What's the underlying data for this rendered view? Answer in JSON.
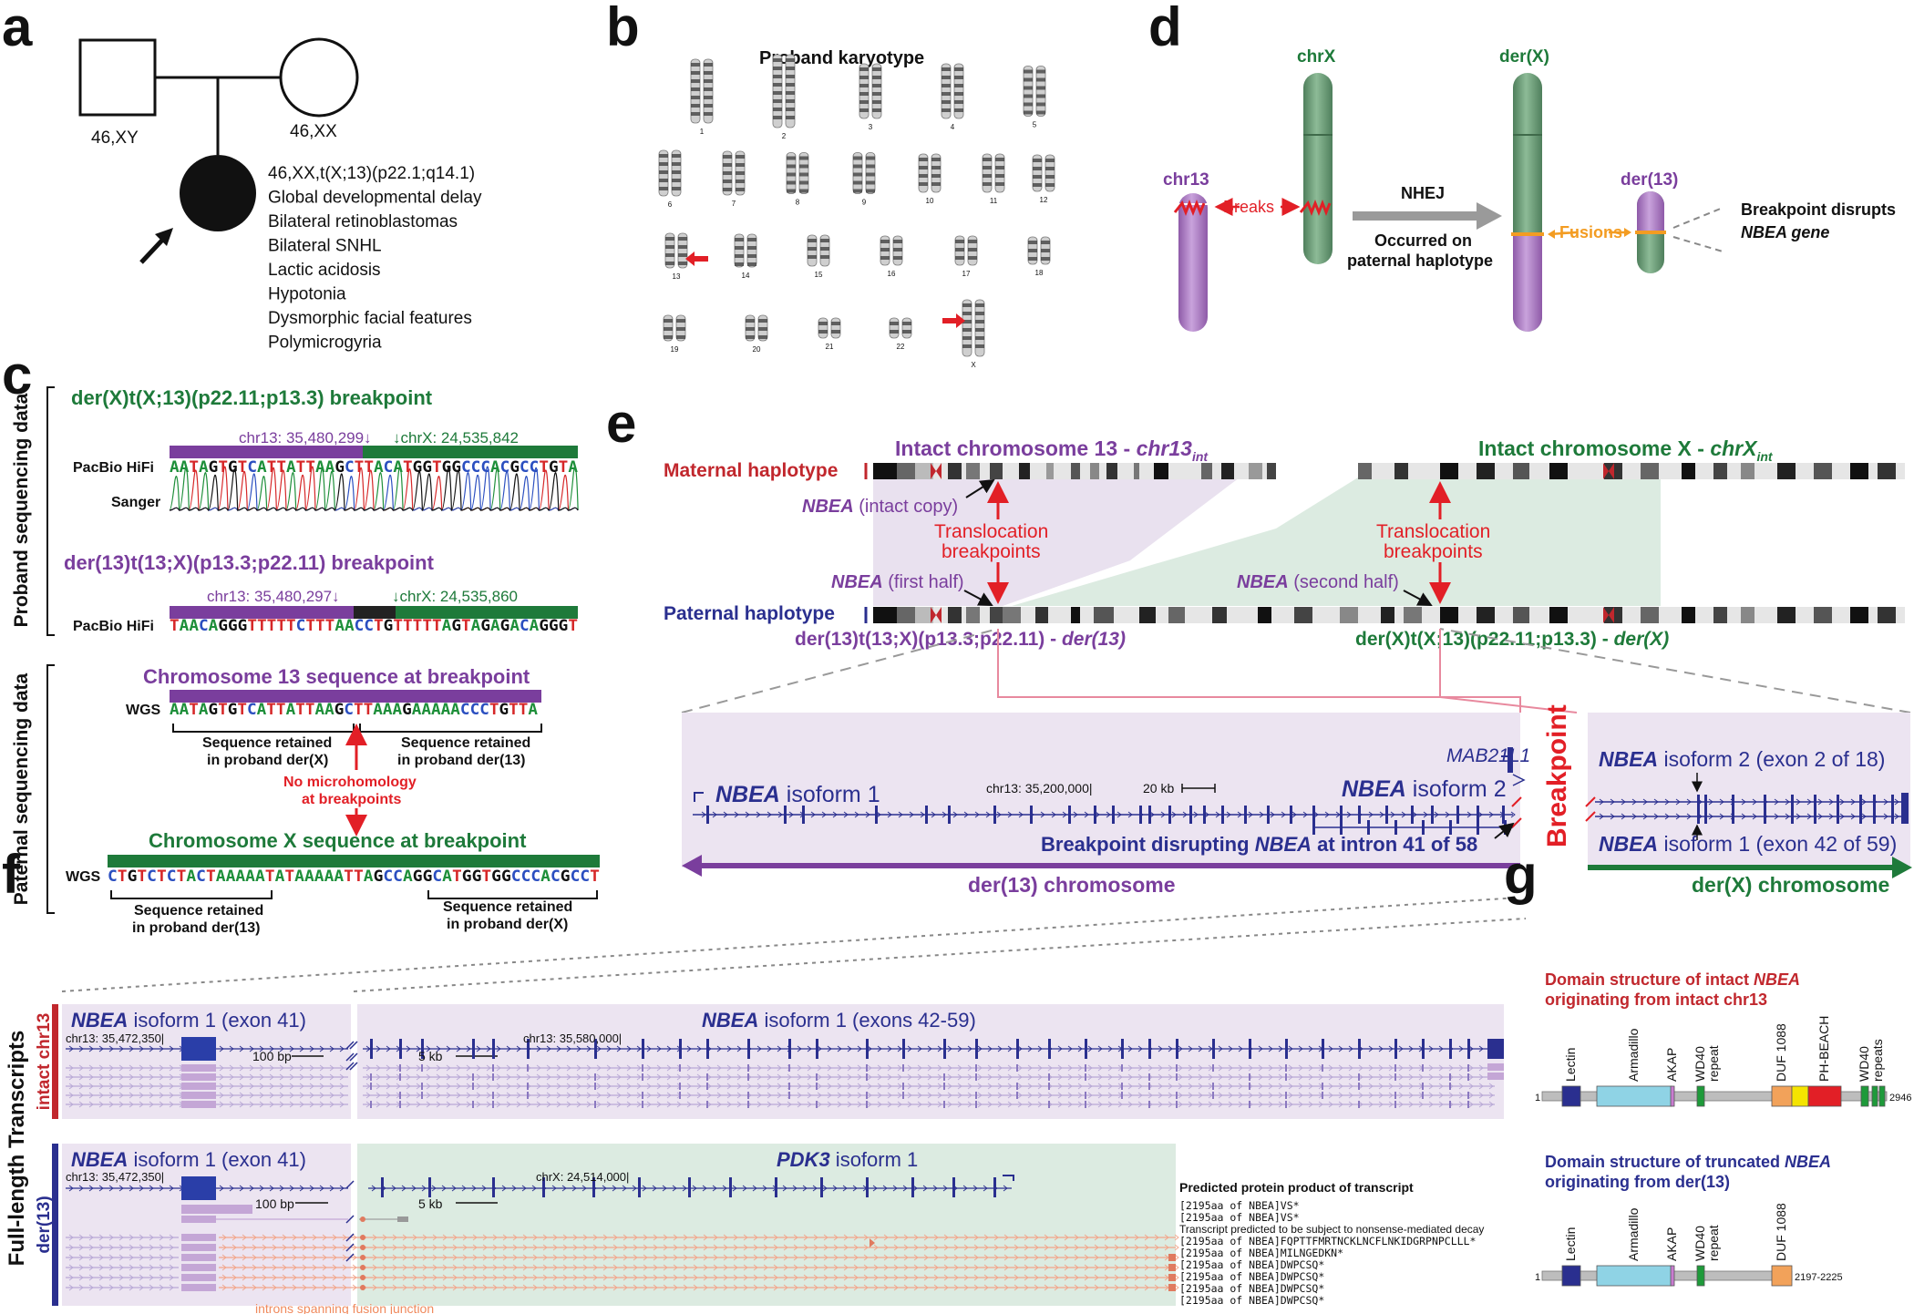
{
  "colors": {
    "purple": "#7a3e9d",
    "green": "#1e7a3a",
    "red": "#e21f26",
    "navy": "#2a2f8f",
    "orange": "#f39c22",
    "chr13": "#b68fc9",
    "chrX": "#6f9e7a"
  },
  "panels": {
    "a": "a",
    "b": "b",
    "c": "c",
    "d": "d",
    "e": "e",
    "f": "f",
    "g": "g"
  },
  "a": {
    "father": "46,XY",
    "mother": "46,XX",
    "proband_lines": [
      "46,XX,t(X;13)(p22.1;q14.1)",
      "Global developmental delay",
      "Bilateral retinoblastomas",
      "Bilateral SNHL",
      "Lactic acidosis",
      "Hypotonia",
      "Dysmorphic facial features",
      "Polymicrogyria"
    ]
  },
  "b": {
    "title": "Proband karyotype",
    "row1": [
      "1",
      "2",
      "3",
      "4",
      "5"
    ],
    "row2": [
      "6",
      "7",
      "8",
      "9",
      "10",
      "11",
      "12"
    ],
    "row3": [
      "13",
      "14",
      "15",
      "16",
      "17",
      "18"
    ],
    "row4": [
      "19",
      "20",
      "21",
      "22",
      "X"
    ]
  },
  "c": {
    "proband_label": "Proband sequencing data",
    "paternal_label": "Paternal sequencing data",
    "derx_title": "der(X)t(X;13)(p22.11;p13.3) breakpoint",
    "derx_left": "chr13: 35,480,299↓",
    "derx_right": "↓chrX: 24,535,842",
    "hifi": "PacBio HiFi",
    "sanger": "Sanger",
    "derx_seq": "AATAGTGTCATTATTAAGCTTACATGGTGGCCCACGCCTGTA",
    "der13_title": "der(13)t(13;X)(p13.3;p22.11) breakpoint",
    "der13_left": "chr13: 35,480,297↓",
    "der13_right": "↓chrX: 24,535,860",
    "der13_seq": "TAACAGGGTTTTTCTTTAACCTGTTTTTAGTAGAGACAGGGT",
    "chr13_title": "Chromosome 13 sequence at breakpoint",
    "wgs": "WGS",
    "chr13_seq": "AATAGTGTCATTATTAAGCTTAAAGAAAAACCCTGTTA",
    "ret_derx_1": "Sequence retained",
    "ret_derx_2": "in proband der(X)",
    "ret_der13_1": "Sequence retained",
    "ret_der13_2": "in proband der(13)",
    "no_micro_1": "No microhomology",
    "no_micro_2": "at breakpoints",
    "chrx_title": "Chromosome X sequence at breakpoint",
    "chrx_seq": "CTGTCTCTACTAAAAATATAAAAATTAGCCAGGCATGGTGGCCCACGCCT",
    "ret_der13b_1": "Sequence retained",
    "ret_der13b_2": "in proband der(13)",
    "ret_derxb_1": "Sequence retained",
    "ret_derxb_2": "in proband der(X)"
  },
  "d": {
    "chr13": "chr13",
    "chrX": "chrX",
    "derX": "der(X)",
    "der13": "der(13)",
    "breaks": "Breaks",
    "nhej": "NHEJ",
    "occurred_1": "Occurred on",
    "occurred_2": "paternal haplotype",
    "fusions": "Fusions",
    "disrupts_1": "Breakpoint disrupts",
    "disrupts_2": "NBEA gene"
  },
  "e": {
    "chr13_title": "Intact chromosome 13 - ",
    "chr13_title_i": "chr13",
    "chr13_sub": "int",
    "chrx_title": "Intact chromosome X - ",
    "chrx_title_i": "chrX",
    "chrx_sub": "int",
    "maternal": "Maternal haplotype",
    "paternal": "Paternal haplotype",
    "nbea_intact": "NBEA",
    "nbea_intact_2": " (intact copy)",
    "transloc_1": "Translocation",
    "transloc_2": "breakpoints",
    "nbea_first": "NBEA",
    "nbea_first_2": " (first half)",
    "nbea_second": "NBEA",
    "nbea_second_2": " (second half)",
    "der13_label": "der(13)t(13;X)(p13.3;p22.11) - ",
    "der13_label_i": "der(13)",
    "derx_label": "der(X)t(X;13)(p22.11;p13.3) - ",
    "derx_label_i": "der(X)",
    "mab": "MAB21L1",
    "iso1": "NBEA",
    " iso1_2": " isoform 1",
    "iso2": "NBEA",
    "iso2_2": " isoform 2",
    "coord": "chr13: 35,200,000|",
    "scale": "20 kb",
    "disrupt": "Breakpoint disrupting ",
    "disrupt_i": "NBEA",
    "disrupt_2": " at intron 41 of 58",
    "der13_chrom": "der(13) chromosome",
    "breakpoint": "Breakpoint",
    "r_iso2": "NBEA",
    "r_iso2_2": " isoform 2 (exon 2 of 18)",
    "r_iso1": "NBEA",
    "r_iso1_2": " isoform 1 (exon 42 of 59)",
    "derx_chrom": "der(X) chromosome"
  },
  "f": {
    "side": "Full-length Transcripts",
    "intact": "intact chr13",
    "der13": "der(13)",
    "a_title": "NBEA",
    "a_title_2": " isoform 1 (exon 41)",
    "a_coord": "chr13: 35,472,350|",
    "a_scale": "100 bp",
    "b_title": "NBEA",
    "b_title_2": " isoform 1 (exons 42-59)",
    "b_coord": "chr13: 35,580,000|",
    "b_scale": "5 kb",
    "c_title": "NBEA",
    "c_title_2": " isoform 1 (exon 41)",
    "c_coord": "chr13: 35,472,350|",
    "c_scale": "100 bp",
    "d_title": "PDK3",
    "d_title_2": " isoform 1",
    "d_coord": "chrX: 24,514,000|",
    "d_scale": "5 kb",
    "introns": "introns spanning fusion junction",
    "pred_title": "Predicted protein product of transcript",
    "pred_lines": [
      "[2195aa of NBEA]VS*",
      "[2195aa of NBEA]VS*",
      "Transcript predicted to be subject to nonsense-mediated decay",
      "[2195aa of NBEA]FQPTTFMRTNCKLNCFLNKIDGRPNPCLLL*",
      "[2195aa of NBEA]MILNGEDKN*",
      "[2195aa of NBEA]DWPCSQ*",
      "[2195aa of NBEA]DWPCSQ*",
      "[2195aa of NBEA]DWPCSQ*",
      "[2195aa of NBEA]DWPCSQ*"
    ]
  },
  "g": {
    "t1_1": "Domain structure of intact ",
    "t1_i": "NBEA",
    "t1_2": "originating from intact chr13",
    "t2_1": "Domain structure of truncated ",
    "t2_i": "NBEA",
    "t2_2": "originating from der(13)",
    "domains1": [
      "Lectin",
      "Armadillo",
      "AKAP",
      "WD40 repeat",
      "DUF 1088",
      "PH-BEACH",
      "WD40 repeats"
    ],
    "end1": "2946",
    "start": "1",
    "domains2": [
      "Lectin",
      "Armadillo",
      "AKAP",
      "WD40 repeat",
      "DUF 1088"
    ],
    "end2": "2197-2225"
  }
}
